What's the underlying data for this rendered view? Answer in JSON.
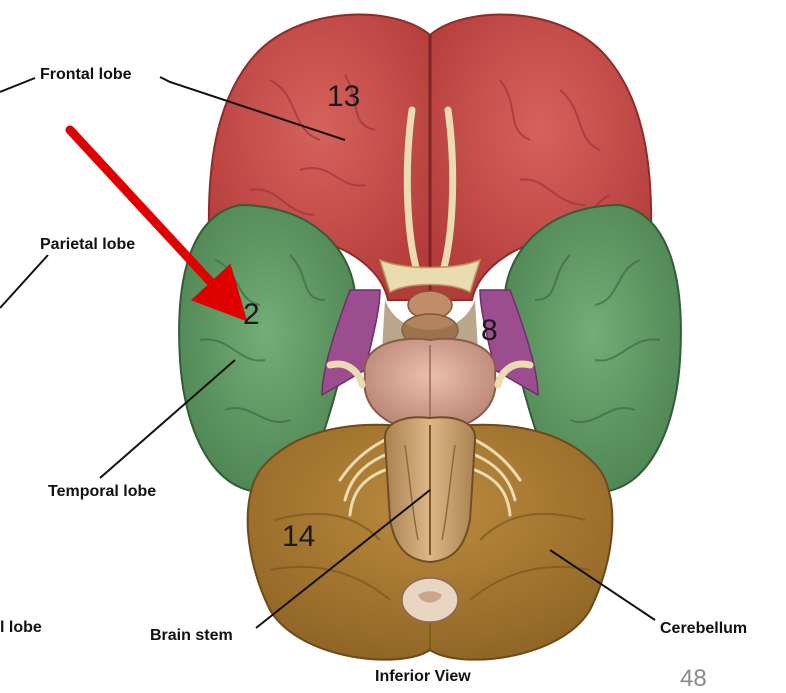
{
  "labels": {
    "frontal": "Frontal lobe",
    "parietal": "Parietal lobe",
    "temporal": "Temporal lobe",
    "occipital": "l lobe",
    "brainstem": "Brain stem",
    "cerebellum": "Cerebellum",
    "view": "Inferior View"
  },
  "region_numbers": {
    "frontal": "13",
    "temporal": "2",
    "insula": "8",
    "cerebellum": "14"
  },
  "slide_number": "48",
  "colors": {
    "frontal": "#c94a48",
    "temporal": "#5e9a63",
    "cerebellum": "#a8782f",
    "brainstem": "#c7a06c",
    "pons": "#d8aa96",
    "insula": "#9c4d8f",
    "nerves": "#eadbb0",
    "arrow": "#e00000"
  }
}
